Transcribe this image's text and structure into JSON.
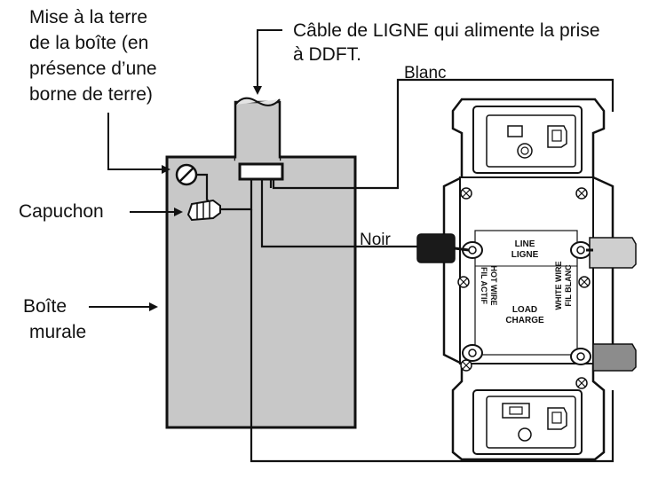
{
  "labels": {
    "box_ground_line1": "Mise à la terre",
    "box_ground_line2": "de la boîte (en",
    "box_ground_line3": "présence d’une",
    "box_ground_line4": "borne de terre)",
    "line_cable_line1": "Câble de LIGNE qui alimente la prise",
    "line_cable_line2": "à DDFT.",
    "white": "Blanc",
    "black": "Noir",
    "wire_nut": "Capuchon",
    "wall_box_line1": "Boîte",
    "wall_box_line2": "murale"
  },
  "device_labels": {
    "line_en": "LINE",
    "line_fr": "LIGNE",
    "load_en": "LOAD",
    "load_fr": "CHARGE",
    "hot_en": "HOT WIRE",
    "hot_fr": "FIL ACTIF",
    "white_en": "WHITE WIRE",
    "white_fr": "FIL BLANC"
  },
  "colors": {
    "box_fill": "#c8c8c8",
    "device_fill": "#ffffff",
    "black_wire": "#1a1a1a",
    "white_wire_insulation": "#cfcfcf",
    "load_wire_insulation": "#8c8c8c"
  }
}
